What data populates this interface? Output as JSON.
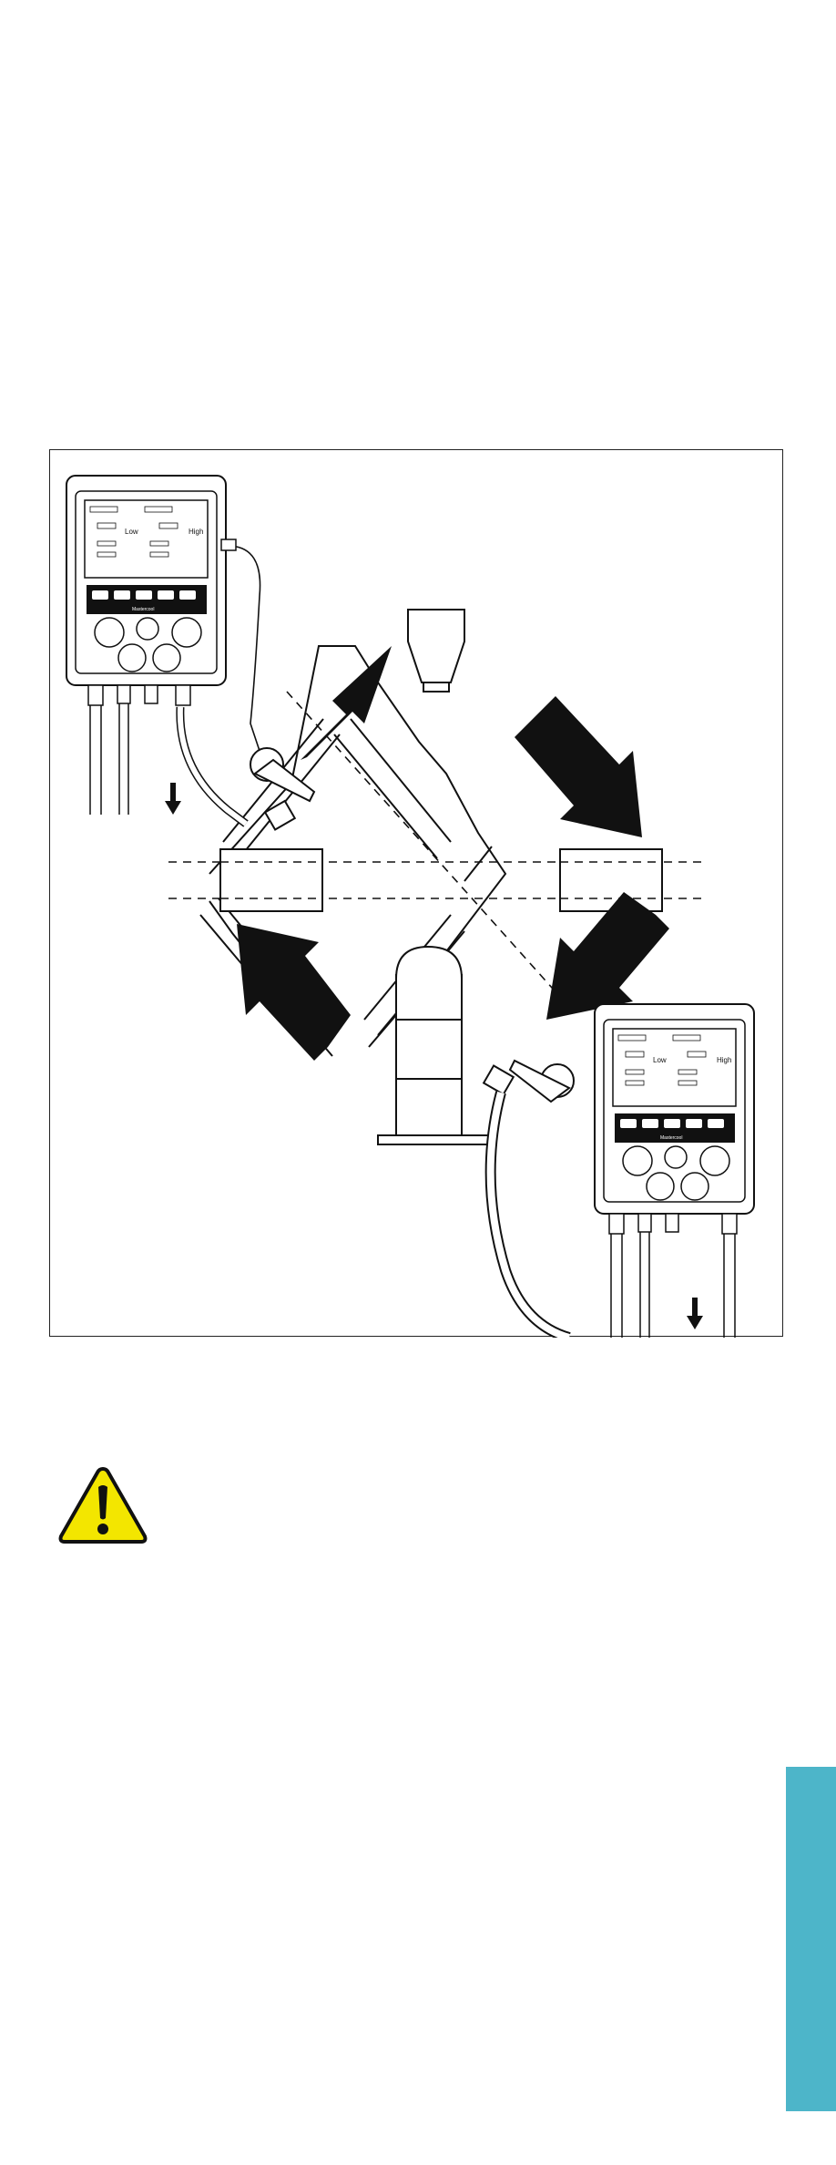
{
  "figure": {
    "gauge_left": {
      "display": {
        "low_label": "Low",
        "high_label": "High"
      },
      "brand": "Mastercool"
    },
    "gauge_right": {
      "display": {
        "low_label": "Low",
        "high_label": "High"
      },
      "brand": "Mastercool"
    }
  },
  "warning": {
    "icon": "warning-triangle-icon",
    "color": "#f3e600"
  },
  "side_tab": {
    "color": "#4db5c9"
  }
}
